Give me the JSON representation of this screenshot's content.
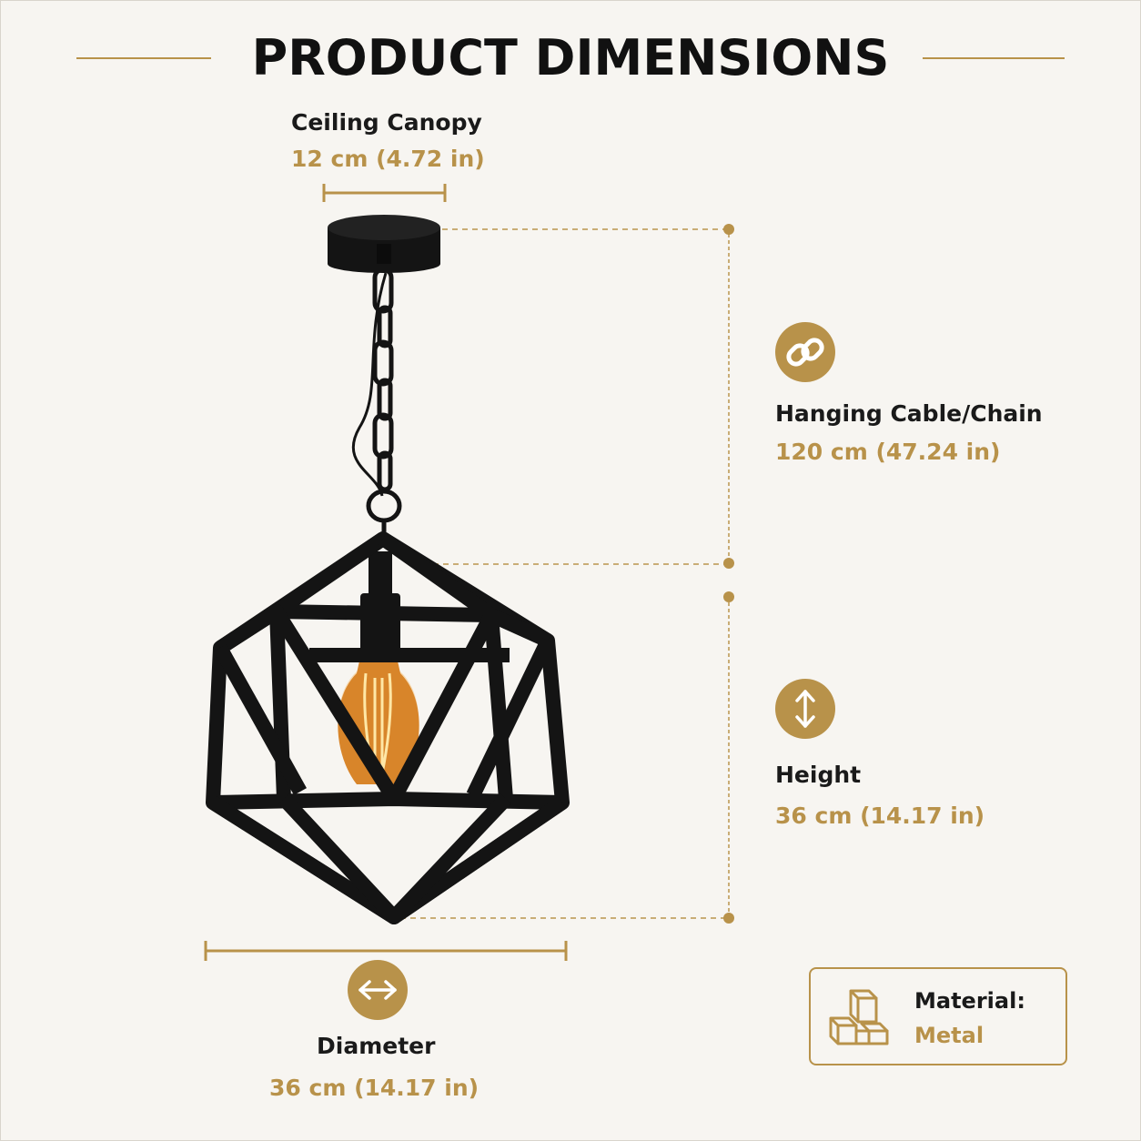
{
  "title": "PRODUCT DIMENSIONS",
  "colors": {
    "accent": "#b8924a",
    "text": "#1a1a1a",
    "background": "#f7f5f1",
    "lamp": "#141414",
    "bulb_glow": "#f3a93b"
  },
  "dimensions": {
    "canopy": {
      "label": "Ceiling Canopy",
      "value": "12 cm (4.72 in)"
    },
    "chain": {
      "label": "Hanging Cable/Chain",
      "value": "120 cm (47.24 in)",
      "icon": "chain-link-icon"
    },
    "height": {
      "label": "Height",
      "value": "36 cm (14.17 in)",
      "icon": "vertical-arrow-icon"
    },
    "diameter": {
      "label": "Diameter",
      "value": "36 cm (14.17 in)",
      "icon": "horizontal-arrow-icon"
    }
  },
  "material": {
    "label": "Material:",
    "value": "Metal",
    "icon": "wood-planks-icon"
  }
}
